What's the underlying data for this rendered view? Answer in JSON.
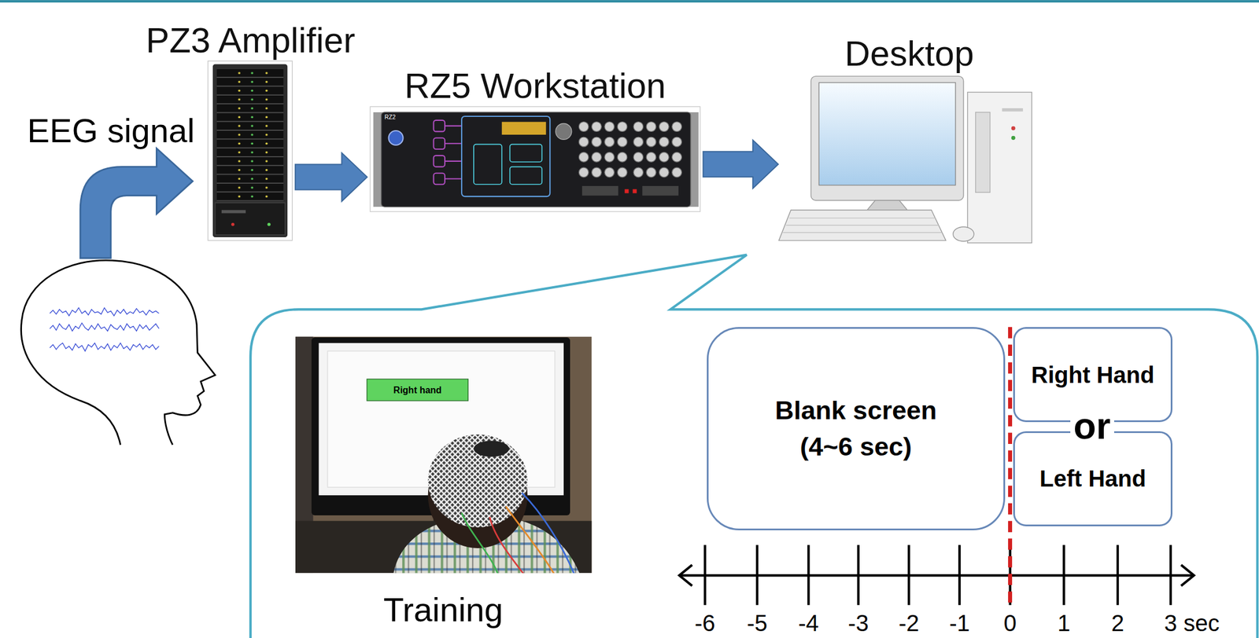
{
  "diagram": {
    "nodes": [
      {
        "text": [
          "PZ3 Amplifier"
        ]
      },
      {
        "text": [
          "RZ5 Workstation"
        ]
      },
      {
        "text": [
          "Desktop"
        ]
      },
      {
        "text": [
          "Blank screen",
          "(4~6 sec)"
        ]
      },
      {
        "text": [
          "Right Hand"
        ]
      },
      {
        "text": [
          "Left Hand"
        ]
      }
    ],
    "edges": [
      {
        "from": 0,
        "to": 1,
        "arrow": "to"
      },
      {
        "from": 1,
        "to": 2,
        "arrow": "to"
      }
    ],
    "labels": [
      "EEG signal",
      "RZ2",
      "Right hand",
      "Training",
      "or",
      "-6",
      "-5",
      "-4",
      "-3",
      "-2",
      "-1",
      "0",
      "1",
      "2",
      "3 sec"
    ]
  }
}
